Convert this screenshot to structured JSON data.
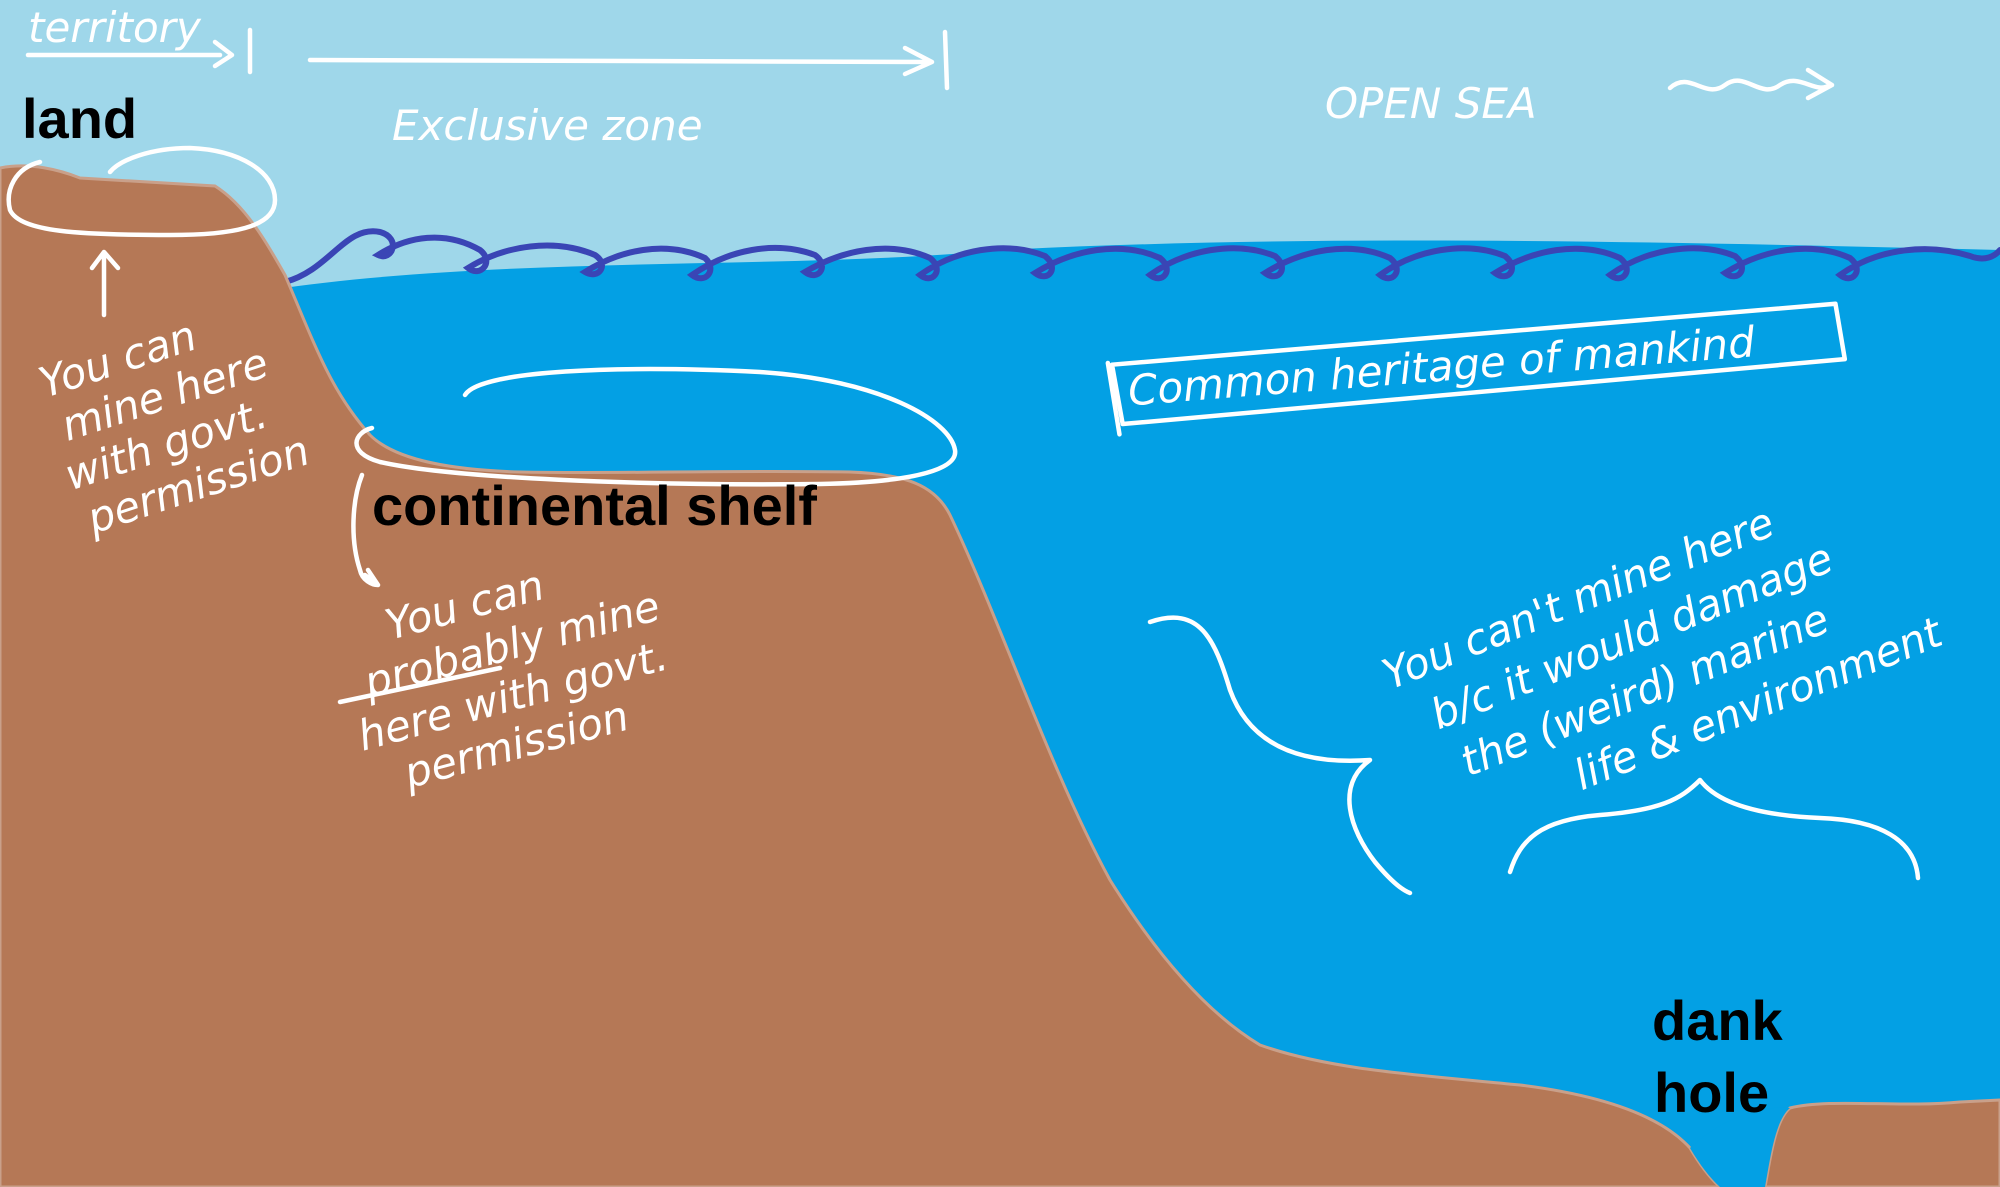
{
  "labels": {
    "territory": "territory",
    "exclusive_zone": "Exclusive zone",
    "open_sea": "OPEN SEA",
    "land": "land",
    "continental_shelf": "continental shelf",
    "common_heritage": "Common heritage of mankind",
    "dank_hole_line1": "dank",
    "dank_hole_line2": "hole"
  },
  "notes": {
    "land_note": [
      "You can",
      "mine here",
      "with govt.",
      "permission"
    ],
    "shelf_note": [
      "You can",
      "probably mine",
      "here with govt.",
      "permission"
    ],
    "open_sea_note": [
      "You can't mine here",
      "b/c it would damage",
      "the (weird) marine",
      "life & environment"
    ]
  },
  "colors": {
    "sky": "#9fd7ea",
    "sea": "#03a0e4",
    "land": "#b57856",
    "waves": "#3a45b5",
    "annotation": "#ffffff",
    "label_text": "#000000"
  }
}
